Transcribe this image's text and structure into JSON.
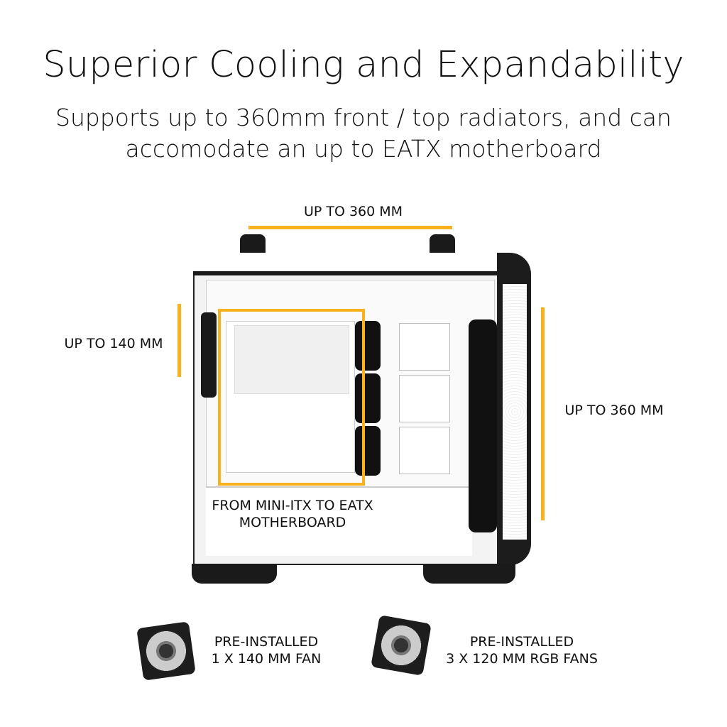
{
  "title": "Superior Cooling and Expandability",
  "subtitle_lines": [
    "Supports up to 360mm front / top radiators, and can",
    "accomodate an up to EATX motherboard"
  ],
  "annotations": {
    "top": "UP TO 360 MM",
    "left": "UP TO 140 MM",
    "right": "UP TO 360 MM",
    "motherboard_line1": "FROM MINI-ITX TO EATX",
    "motherboard_line2": "MOTHERBOARD"
  },
  "fans": [
    {
      "line1": "PRE-INSTALLED",
      "line2": "1 X 140 MM FAN"
    },
    {
      "line1": "PRE-INSTALLED",
      "line2": "3 X 120 MM RGB FANS"
    }
  ],
  "colors": {
    "accent": "#f7b21e",
    "case_black": "#1a1a1a"
  }
}
